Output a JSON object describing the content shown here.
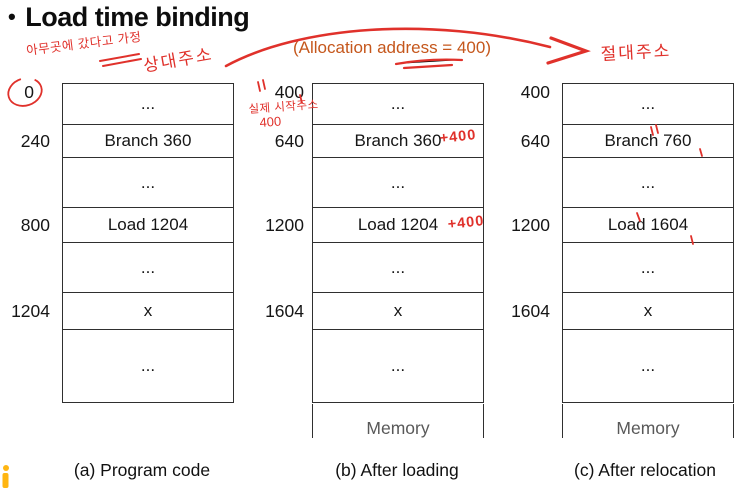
{
  "title": {
    "bullet": "•",
    "text": "Load time binding"
  },
  "allocation_note": "(Allocation address = 400)",
  "handwriting": {
    "assumption": "아무곳에 갔다고 가정",
    "relative_address": "상대주소",
    "absolute_address": "절대주소",
    "actual_start_label": "실제 시작주소",
    "actual_start_value": "400",
    "branch_offset": "+400",
    "load_offset": "+400"
  },
  "tables": [
    {
      "caption": "(a) Program code",
      "addresses": [
        "0",
        "240",
        "800",
        "1204"
      ],
      "cells": [
        "...",
        "Branch 360",
        "...",
        "Load 1204",
        "...",
        "x",
        "..."
      ]
    },
    {
      "caption": "(b) After loading",
      "addresses": [
        "400",
        "640",
        "1200",
        "1604"
      ],
      "cells": [
        "...",
        "Branch 360",
        "...",
        "Load 1204",
        "...",
        "x",
        "..."
      ],
      "memory_label": "Memory"
    },
    {
      "caption": "(c) After relocation",
      "addresses": [
        "400",
        "640",
        "1200",
        "1604"
      ],
      "cells": [
        "...",
        "Branch 760",
        "...",
        "Load 1604",
        "...",
        "x",
        "..."
      ],
      "memory_label": "Memory"
    }
  ],
  "colors": {
    "annotation_red": "#e0312b",
    "allocation_orange": "#c5571c",
    "memory_gray": "#595959",
    "logo_yellow": "#ffb612",
    "border_dark": "#2f2f2f"
  }
}
